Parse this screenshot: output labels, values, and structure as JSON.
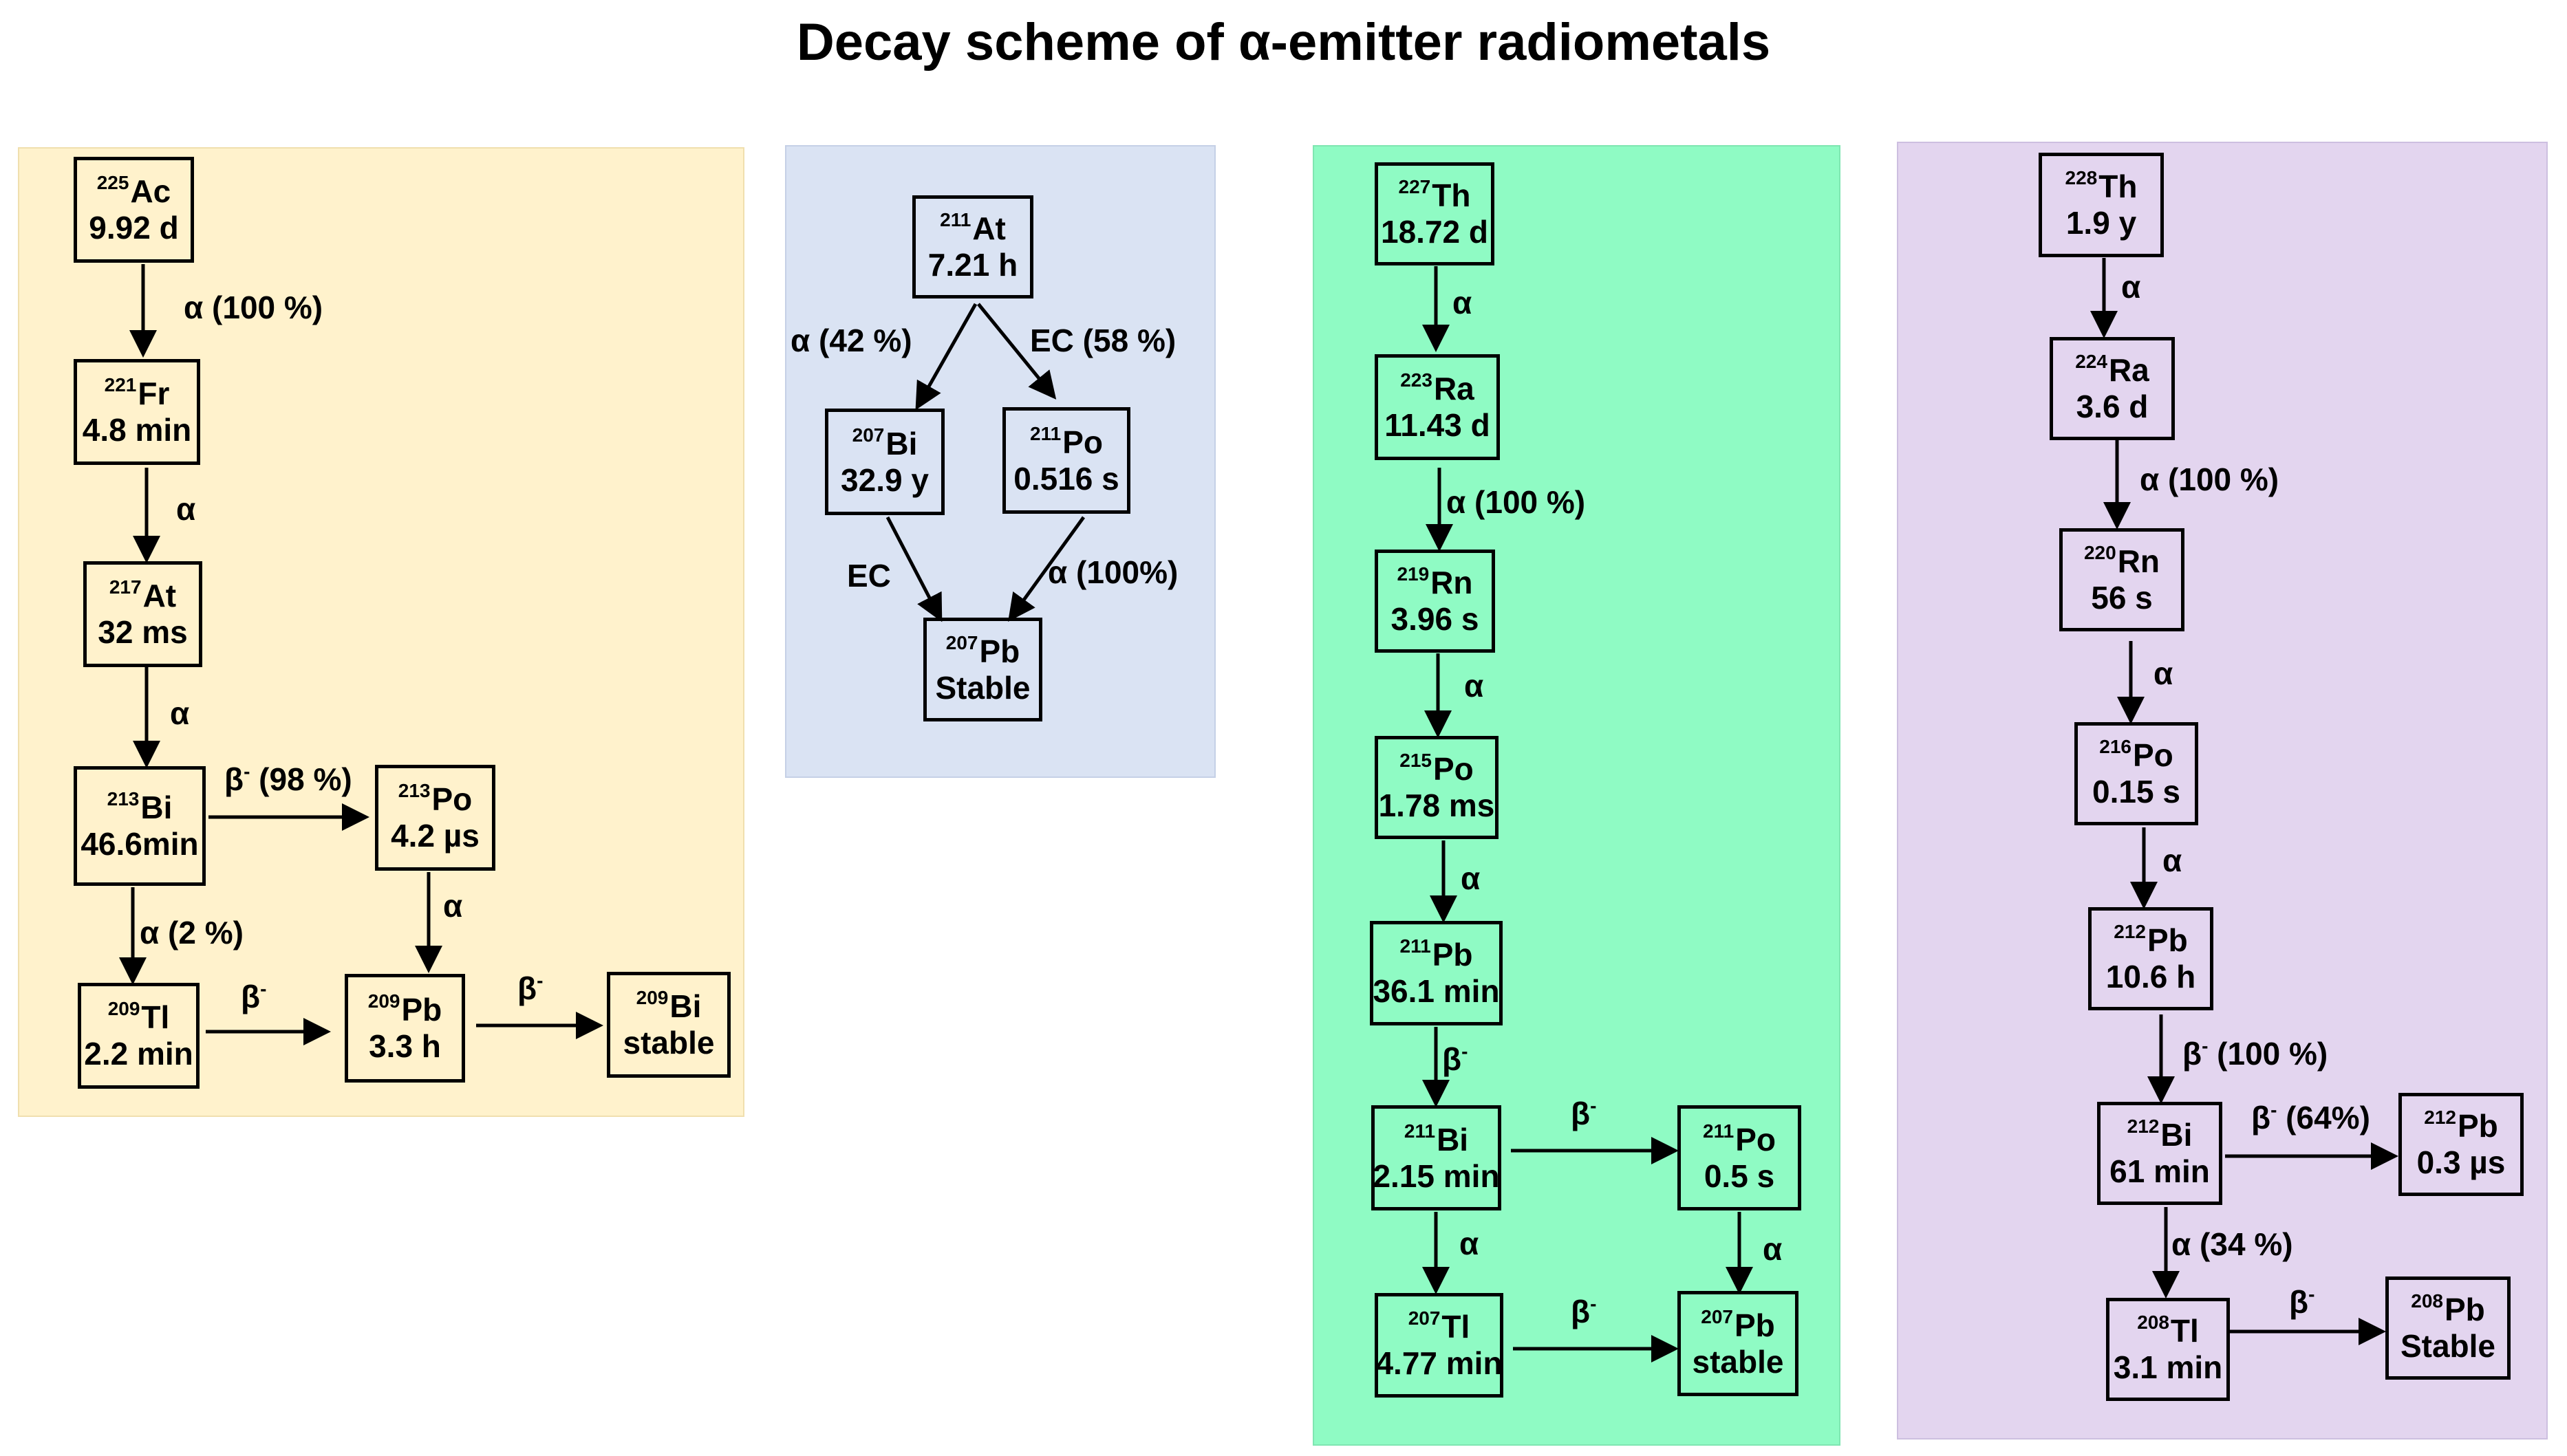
{
  "title": "Decay scheme of α-emitter radiometals",
  "colors": {
    "panel_ac": "#fff2cc",
    "panel_at": "#dae3f3",
    "panel_th227": "#8ffbc4",
    "panel_th228": "#e3d5ef"
  },
  "nodes": {
    "ac225": {
      "mass": "225",
      "sym": "Ac",
      "half": "9.92 d"
    },
    "fr221": {
      "mass": "221",
      "sym": "Fr",
      "half": "4.8 min"
    },
    "at217": {
      "mass": "217",
      "sym": "At",
      "half": "32 ms"
    },
    "bi213": {
      "mass": "213",
      "sym": "Bi",
      "half": "46.6min"
    },
    "po213": {
      "mass": "213",
      "sym": "Po",
      "half": "4.2 µs"
    },
    "tl209": {
      "mass": "209",
      "sym": "Tl",
      "half": "2.2 min"
    },
    "pb209": {
      "mass": "209",
      "sym": "Pb",
      "half": "3.3 h"
    },
    "bi209": {
      "mass": "209",
      "sym": "Bi",
      "half": "stable"
    },
    "at211": {
      "mass": "211",
      "sym": "At",
      "half": "7.21 h"
    },
    "bi207": {
      "mass": "207",
      "sym": "Bi",
      "half": "32.9 y"
    },
    "po211a": {
      "mass": "211",
      "sym": "Po",
      "half": "0.516 s"
    },
    "pb207a": {
      "mass": "207",
      "sym": "Pb",
      "half": "Stable"
    },
    "th227": {
      "mass": "227",
      "sym": "Th",
      "half": "18.72 d"
    },
    "ra223": {
      "mass": "223",
      "sym": "Ra",
      "half": "11.43 d"
    },
    "rn219": {
      "mass": "219",
      "sym": "Rn",
      "half": "3.96 s"
    },
    "po215": {
      "mass": "215",
      "sym": "Po",
      "half": "1.78 ms"
    },
    "pb211": {
      "mass": "211",
      "sym": "Pb",
      "half": "36.1 min"
    },
    "bi211": {
      "mass": "211",
      "sym": "Bi",
      "half": "2.15 min"
    },
    "po211b": {
      "mass": "211",
      "sym": "Po",
      "half": "0.5 s"
    },
    "tl207": {
      "mass": "207",
      "sym": "Tl",
      "half": "4.77 min"
    },
    "pb207b": {
      "mass": "207",
      "sym": "Pb",
      "half": "stable"
    },
    "th228": {
      "mass": "228",
      "sym": "Th",
      "half": "1.9 y"
    },
    "ra224": {
      "mass": "224",
      "sym": "Ra",
      "half": "3.6 d"
    },
    "rn220": {
      "mass": "220",
      "sym": "Rn",
      "half": "56 s"
    },
    "po216": {
      "mass": "216",
      "sym": "Po",
      "half": "0.15 s"
    },
    "pb212": {
      "mass": "212",
      "sym": "Pb",
      "half": "10.6 h"
    },
    "bi212": {
      "mass": "212",
      "sym": "Bi",
      "half": "61 min"
    },
    "pb212b": {
      "mass": "212",
      "sym": "Pb",
      "half": "0.3 µs"
    },
    "tl208": {
      "mass": "208",
      "sym": "Tl",
      "half": "3.1 min"
    },
    "pb208": {
      "mass": "208",
      "sym": "Pb",
      "half": "Stable"
    }
  },
  "labels": {
    "ac_fr": "α (100 %)",
    "fr_at": "α",
    "at_bi": "α",
    "bi_po_beta": "β",
    "bi_po_pct": " (98 %)",
    "bi_tl": "α (2 %)",
    "po_pb": "α",
    "tl_pb": "β",
    "pb_bi": "β",
    "at211_bi": "α (42 %)",
    "at211_po": "EC (58 %)",
    "bi207_pb": "EC",
    "po211_pb": "α (100%)",
    "th_ra": "α",
    "ra_rn": "α (100 %)",
    "rn_po": "α",
    "po_pb211": "α",
    "pb_bi211": "β",
    "bi_po211": "β",
    "bi_tl207": "α",
    "po_pb207": "α",
    "tl_pb207": "β",
    "th228_ra": "α",
    "ra224_rn": "α (100 %)",
    "rn220_po": "α",
    "po216_pb": "α",
    "pb212_bi_beta": "β",
    "pb212_bi_pct": " (100 %)",
    "bi212_pb_beta": "β",
    "bi212_pb_pct": " (64%)",
    "bi212_tl": "α (34 %)",
    "tl208_pb": "β",
    "minus": "-"
  }
}
